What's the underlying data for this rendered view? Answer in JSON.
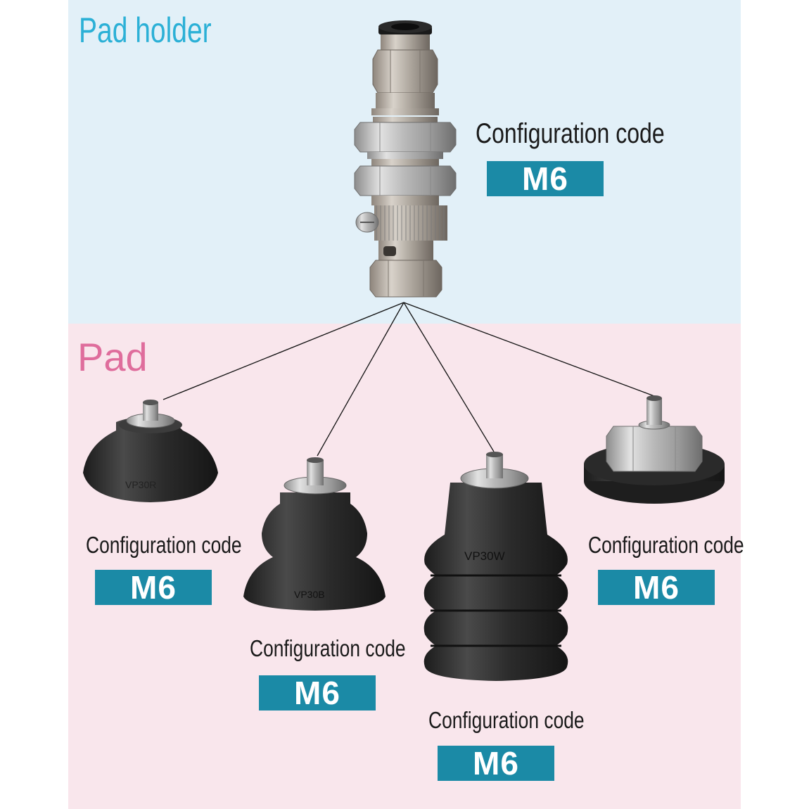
{
  "holder": {
    "title": "Pad holder",
    "label": "Configuration code",
    "code": "M6"
  },
  "pad_section": {
    "title": "Pad"
  },
  "pads": [
    {
      "label": "Configuration code",
      "code": "M6",
      "marking": "VP30R"
    },
    {
      "label": "Configuration code",
      "code": "M6",
      "marking": "VP30B"
    },
    {
      "label": "Configuration code",
      "code": "M6",
      "marking": "VP30W"
    },
    {
      "label": "Configuration code",
      "code": "M6"
    }
  ],
  "colors": {
    "holder_panel": "#e2f0f8",
    "pad_panel": "#f9e6ec",
    "holder_title": "#2bb0d6",
    "pad_title": "#df6d9c",
    "code_box": "#1b8aa6"
  }
}
